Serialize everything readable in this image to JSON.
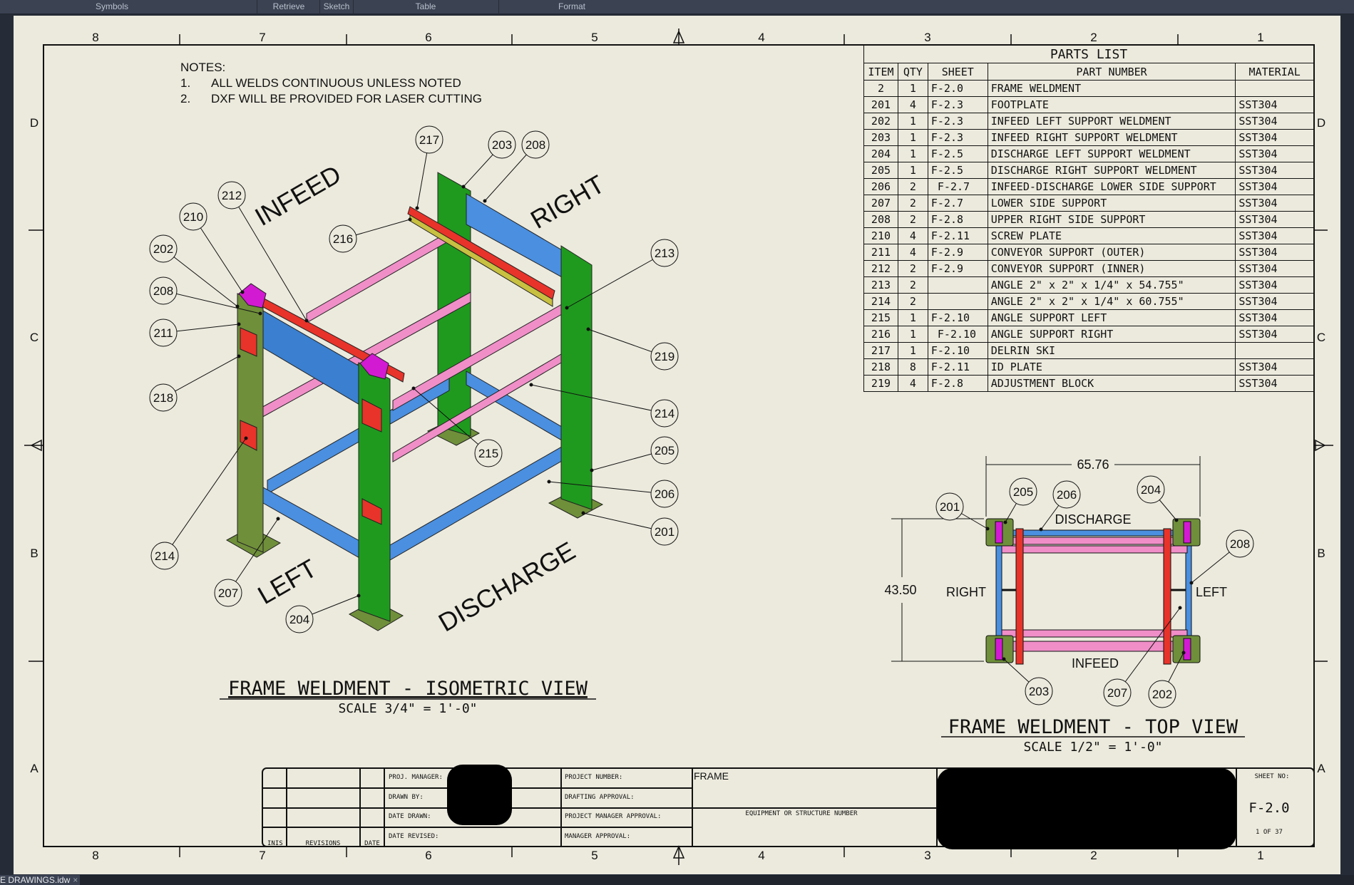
{
  "toolbar": {
    "items": [
      "Symbols",
      "Retrieve",
      "Sketch",
      "Table",
      "Format"
    ]
  },
  "tab": {
    "label": "E DRAWINGS.idw",
    "close": "×"
  },
  "border": {
    "columns": [
      "8",
      "7",
      "6",
      "5",
      "4",
      "3",
      "2",
      "1"
    ],
    "rows": [
      "D",
      "C",
      "B",
      "A"
    ]
  },
  "notes": {
    "title": "NOTES:",
    "items": [
      {
        "n": "1.",
        "text": "ALL WELDS CONTINUOUS UNLESS NOTED"
      },
      {
        "n": "2.",
        "text": "DXF WILL BE PROVIDED FOR LASER CUTTING"
      }
    ]
  },
  "parts_list": {
    "title": "PARTS LIST",
    "headers": [
      "ITEM",
      "QTY",
      "SHEET",
      "PART NUMBER",
      "MATERIAL"
    ],
    "rows": [
      [
        "2",
        "1",
        "F-2.0",
        "FRAME WELDMENT",
        ""
      ],
      [
        "201",
        "4",
        "F-2.3",
        "FOOTPLATE",
        "SST304"
      ],
      [
        "202",
        "1",
        "F-2.3",
        "INFEED LEFT SUPPORT WELDMENT",
        "SST304"
      ],
      [
        "203",
        "1",
        "F-2.3",
        "INFEED RIGHT SUPPORT WELDMENT",
        "SST304"
      ],
      [
        "204",
        "1",
        "F-2.5",
        "DISCHARGE LEFT SUPPORT WELDMENT",
        "SST304"
      ],
      [
        "205",
        "1",
        "F-2.5",
        "DISCHARGE RIGHT SUPPORT WELDMENT",
        "SST304"
      ],
      [
        "206",
        "2",
        " F-2.7",
        "INFEED-DISCHARGE LOWER SIDE SUPPORT",
        "SST304"
      ],
      [
        "207",
        "2",
        "F-2.7",
        "LOWER SIDE SUPPORT",
        "SST304"
      ],
      [
        "208",
        "2",
        "F-2.8",
        "UPPER RIGHT SIDE SUPPORT",
        "SST304"
      ],
      [
        "210",
        "4",
        "F-2.11",
        "SCREW PLATE",
        "SST304"
      ],
      [
        "211",
        "4",
        "F-2.9",
        "CONVEYOR SUPPORT (OUTER)",
        "SST304"
      ],
      [
        "212",
        "2",
        "F-2.9",
        "CONVEYOR SUPPORT (INNER)",
        "SST304"
      ],
      [
        "213",
        "2",
        "",
        "ANGLE 2\" x 2\" x 1/4\" x 54.755\"",
        "SST304"
      ],
      [
        "214",
        "2",
        "",
        "ANGLE 2\" x 2\" x 1/4\" x 60.755\"",
        "SST304"
      ],
      [
        "215",
        "1",
        "F-2.10",
        "ANGLE SUPPORT LEFT",
        "SST304"
      ],
      [
        "216",
        "1",
        " F-2.10",
        "ANGLE SUPPORT RIGHT",
        "SST304"
      ],
      [
        "217",
        "1",
        "F-2.10",
        "DELRIN SKI",
        ""
      ],
      [
        "218",
        "8",
        "F-2.11",
        "ID PLATE",
        "SST304"
      ],
      [
        "219",
        "4",
        "F-2.8",
        "ADJUSTMENT BLOCK",
        "SST304"
      ]
    ]
  },
  "iso_view": {
    "title": "FRAME WELDMENT - ISOMETRIC VIEW",
    "scale": "SCALE 3/4\" = 1'-0\"",
    "labels": [
      "INFEED",
      "RIGHT",
      "LEFT",
      "DISCHARGE"
    ],
    "balloons": [
      "217",
      "203",
      "208",
      "212",
      "210",
      "202",
      "216",
      "213",
      "208",
      "211",
      "219",
      "218",
      "214",
      "215",
      "205",
      "206",
      "201",
      "214",
      "207",
      "204"
    ]
  },
  "top_view": {
    "title": "FRAME WELDMENT - TOP VIEW",
    "scale": "SCALE 1/2\" = 1'-0\"",
    "dim_width": "65.76",
    "dim_depth": "43.50",
    "labels": [
      "DISCHARGE",
      "RIGHT",
      "LEFT",
      "INFEED"
    ],
    "balloons": [
      "201",
      "205",
      "206",
      "204",
      "208",
      "203",
      "207",
      "202"
    ]
  },
  "title_block": {
    "proj_manager": "PROJ. MANAGER:",
    "drawn_by": "DRAWN BY:",
    "date_drawn": "DATE DRAWN:",
    "date_revised": "DATE REVISED:",
    "project_number": "PROJECT NUMBER:",
    "drafting_approval": "DRAFTING APPROVAL:",
    "pm_approval": "PROJECT MANAGER APPROVAL:",
    "manager_approval": "MANAGER APPROVAL:",
    "title": "FRAME",
    "equipment": "EQUIPMENT OR STRUCTURE NUMBER",
    "inis": "INIS",
    "revisions": "REVISIONS",
    "date": "DATE",
    "sheet_no_label": "SHEET NO:",
    "sheet_no": "F-2.0",
    "sheet_count": "1 OF 37"
  },
  "colors": {
    "sheet": "#eceadd",
    "green": "#1f9a1f",
    "olive": "#6f8f3a",
    "blue": "#4a8fe0",
    "pink": "#f08ec8",
    "red": "#e8332a",
    "magenta": "#d21ad2",
    "yellow": "#c8c040"
  }
}
